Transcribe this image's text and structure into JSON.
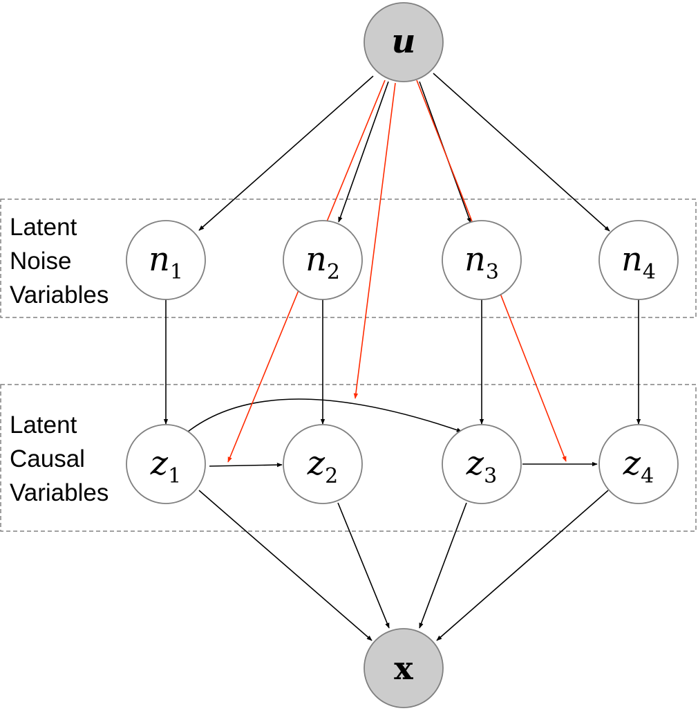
{
  "groups": [
    {
      "id": "noise",
      "label_lines": [
        "Latent",
        "Noise",
        "Variables"
      ]
    },
    {
      "id": "causal",
      "label_lines": [
        "Latent",
        "Causal",
        "Variables"
      ]
    }
  ],
  "nodes": [
    {
      "id": "u",
      "base": "u",
      "sub": "",
      "style": "shaded-italic"
    },
    {
      "id": "n1",
      "base": "n",
      "sub": "1",
      "style": "plain"
    },
    {
      "id": "n2",
      "base": "n",
      "sub": "2",
      "style": "plain"
    },
    {
      "id": "n3",
      "base": "n",
      "sub": "3",
      "style": "plain"
    },
    {
      "id": "n4",
      "base": "n",
      "sub": "4",
      "style": "plain"
    },
    {
      "id": "z1",
      "base": "z",
      "sub": "1",
      "style": "plain"
    },
    {
      "id": "z2",
      "base": "z",
      "sub": "2",
      "style": "plain"
    },
    {
      "id": "z3",
      "base": "z",
      "sub": "3",
      "style": "plain"
    },
    {
      "id": "z4",
      "base": "z",
      "sub": "4",
      "style": "plain"
    },
    {
      "id": "x",
      "base": "x",
      "sub": "",
      "style": "shaded-bold"
    }
  ],
  "edges": [
    {
      "from": "u",
      "to": "n1",
      "color": "black"
    },
    {
      "from": "u",
      "to": "n2",
      "color": "black"
    },
    {
      "from": "u",
      "to": "n3",
      "color": "black"
    },
    {
      "from": "u",
      "to": "n4",
      "color": "black"
    },
    {
      "from": "n1",
      "to": "z1",
      "color": "black"
    },
    {
      "from": "n2",
      "to": "z2",
      "color": "black"
    },
    {
      "from": "n3",
      "to": "z3",
      "color": "black"
    },
    {
      "from": "n4",
      "to": "z4",
      "color": "black"
    },
    {
      "from": "z1",
      "to": "z2",
      "color": "black"
    },
    {
      "from": "z1",
      "to": "z3",
      "color": "black"
    },
    {
      "from": "z3",
      "to": "z4",
      "color": "black"
    },
    {
      "from": "z1",
      "to": "x",
      "color": "black"
    },
    {
      "from": "z2",
      "to": "x",
      "color": "black"
    },
    {
      "from": "z3",
      "to": "x",
      "color": "black"
    },
    {
      "from": "z4",
      "to": "x",
      "color": "black"
    },
    {
      "from": "u",
      "to": "z1->z2",
      "color": "red"
    },
    {
      "from": "u",
      "to": "z1->z3",
      "color": "red"
    },
    {
      "from": "u",
      "to": "z3->z4",
      "color": "red"
    }
  ],
  "colors": {
    "shaded_fill": "#cccccc",
    "node_fill": "#ffffff",
    "node_stroke": "#808080",
    "edge": "#000000",
    "modulation_edge": "#ff2a00",
    "group_border": "#808080"
  }
}
